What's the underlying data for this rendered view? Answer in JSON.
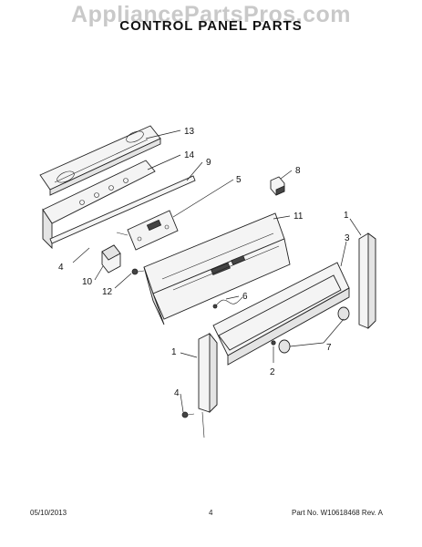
{
  "watermark": "AppliancePartsPros.com",
  "title": "CONTROL PANEL PARTS",
  "callouts": [
    "13",
    "14",
    "9",
    "5",
    "8",
    "11",
    "1",
    "3",
    "4",
    "10",
    "12",
    "6",
    "7",
    "2",
    "1",
    "4"
  ],
  "footer": {
    "date": "05/10/2013",
    "page": "4",
    "part_number": "Part No. W10618468  Rev. A"
  }
}
